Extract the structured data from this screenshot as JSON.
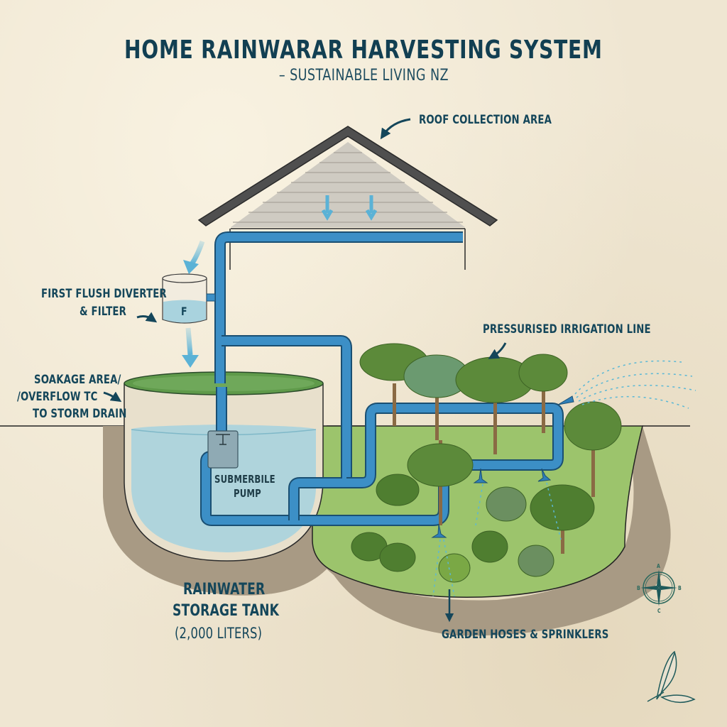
{
  "header": {
    "title": "HOME RAINWARAR HARVESTING SYSTEM",
    "subtitle": "– SUSTAINABLE LIVING NZ"
  },
  "labels": {
    "roof": "ROOF COLLECTION AREA",
    "first_flush_line1": "FIRST FLUSH DIVERTER",
    "first_flush_line2": "& FILTER",
    "filter_marker": "F",
    "soakage_line1": "SOAKAGE AREA/",
    "soakage_line2": "/OVERFLOW TC",
    "soakage_line3": "TO STORM DRAIN",
    "irrigation": "PRESSURISED IRRIGATION LINE",
    "pump_line1": "SUBMERBILE",
    "pump_line2": "PUMP",
    "tank_line1": "RAINWATER",
    "tank_line2": "STORAGE TANK",
    "tank_capacity": "(2,000 LITERS)",
    "garden": "GARDEN HOSES & SPRINKLERS"
  },
  "compass": {
    "north": "A",
    "west": "B",
    "east": "B",
    "south": "C"
  },
  "icons": [
    "roof-icon",
    "gutter-pipe-icon",
    "filter-canister-icon",
    "storage-tank-icon",
    "submersible-pump-icon",
    "sprinkler-icon",
    "plant-icon",
    "compass-rose-icon",
    "leaf-logo-icon",
    "arrow-icon"
  ],
  "colors": {
    "title_text": "#123f52",
    "label_text": "#14465a",
    "pipe": "#3c8fc6",
    "pipe_outline": "#1a4f72",
    "water": "#a9d3de",
    "tank_lid": "#5f9a4a",
    "roof": "#4f4f4f",
    "siding": "#cfcbc2",
    "soil": "#a89a84",
    "garden": "#9cc46c",
    "paper": "#efe6d2"
  }
}
